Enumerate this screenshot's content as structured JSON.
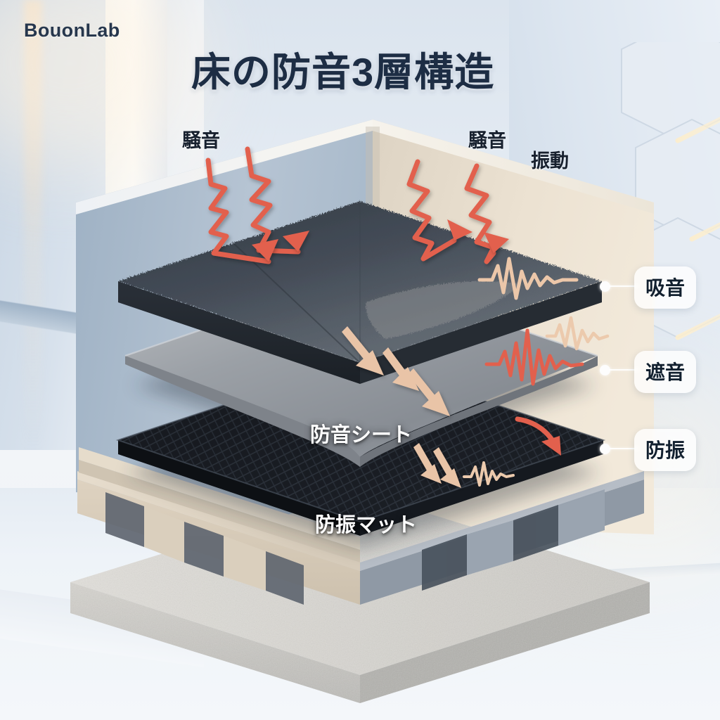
{
  "brand": {
    "name": "BouonLab"
  },
  "title": {
    "text": "床の防音3層構造"
  },
  "annotations": {
    "noise_left": "騒音",
    "noise_right": "騒音",
    "vibration": "振動"
  },
  "layer_labels": {
    "soundproof_sheet": "防音シート",
    "vibration_mat": "防振マット"
  },
  "callouts": [
    {
      "label": "吸音",
      "layer": "carpet"
    },
    {
      "label": "遮音",
      "layer": "sheet"
    },
    {
      "label": "防振",
      "layer": "mat"
    }
  ],
  "colors": {
    "title_ink": "#1d2d44",
    "brand_ink": "#27374d",
    "noise_arrow": "#e2604d",
    "transmit_arrow": "#e9c3a6",
    "pill_bg": "#ffffffc7",
    "carpet": "#3c444e",
    "sheet": "#8e9298",
    "mat": "#15181c",
    "joist": "#ded3c4",
    "concrete": "#cfcdc8",
    "wall_warm": "#e8ddcd",
    "wall_cool": "#9fb0c2",
    "backdrop": "#dbe4ee"
  },
  "graphics": {
    "noise_zigzag_count": 4,
    "transmit_arrow_count": 3,
    "waveform_top": "absorbed-waveform",
    "waveform_mid_warm": "reduced-waveform",
    "waveform_mid_red": "blocked-waveform",
    "waveform_bottom": "damped-waveform"
  }
}
